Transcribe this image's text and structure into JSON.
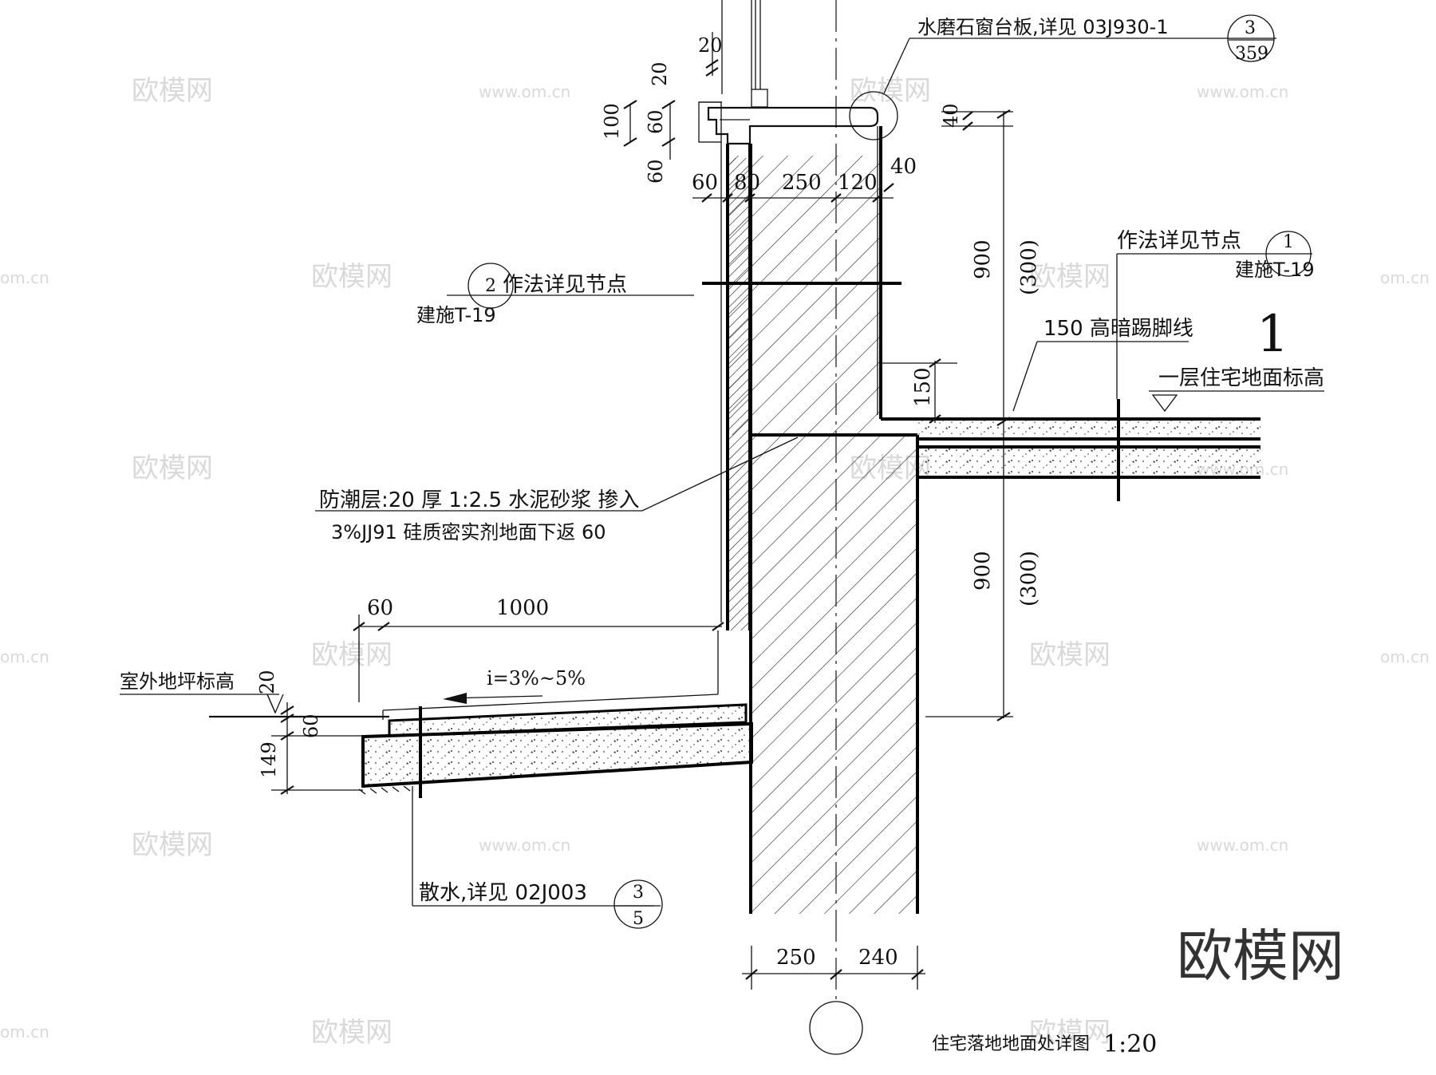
{
  "watermark": {
    "brand": "欧模网",
    "site": "www.om.cn",
    "site_short": "om.cn"
  },
  "labels": {
    "sill_note": "水磨石窗台板,详见 03J930-1",
    "sill_ref_top": "3",
    "sill_ref_bottom": "359",
    "node_note_right": "作法详见节点",
    "node_ref_right_num": "1",
    "node_ref_right_sheet": "建施T-19",
    "node_note_left": "作法详见节点",
    "node_ref_left_num": "2",
    "node_ref_left_sheet": "建施T-19",
    "skirting": "150 高暗踢脚线",
    "big_one": "1",
    "floor_level": "一层住宅地面标高",
    "dpc_line1": "防潮层:20 厚 1:2.5 水泥砂浆 掺入",
    "dpc_line2": "3%JJ91 硅质密实剂地面下返  60",
    "outdoor_level": "室外地坪标高",
    "slope": "i=3%~5%",
    "apron_note": "散水,详见  02J003",
    "apron_ref_top": "3",
    "apron_ref_bottom": "5",
    "title": "住宅落地地面处详图",
    "scale": "1:20"
  },
  "dimensions": {
    "d20_top": "20",
    "d20_b": "20",
    "d100": "100",
    "d60_a": "60",
    "d60_b": "60",
    "d40_top": "40",
    "d60_c": "60",
    "d80": "80",
    "d250_top": "250",
    "d120": "120",
    "d40_b": "40",
    "d900_top": "900",
    "d300_top": "(300)",
    "d150": "150",
    "d900_bot": "900",
    "d300_bot": "(300)",
    "d60_left": "60",
    "d1000": "1000",
    "d20_ground": "20",
    "d60_ground": "60",
    "d149": "149",
    "d250_bot": "250",
    "d240_bot": "240"
  }
}
